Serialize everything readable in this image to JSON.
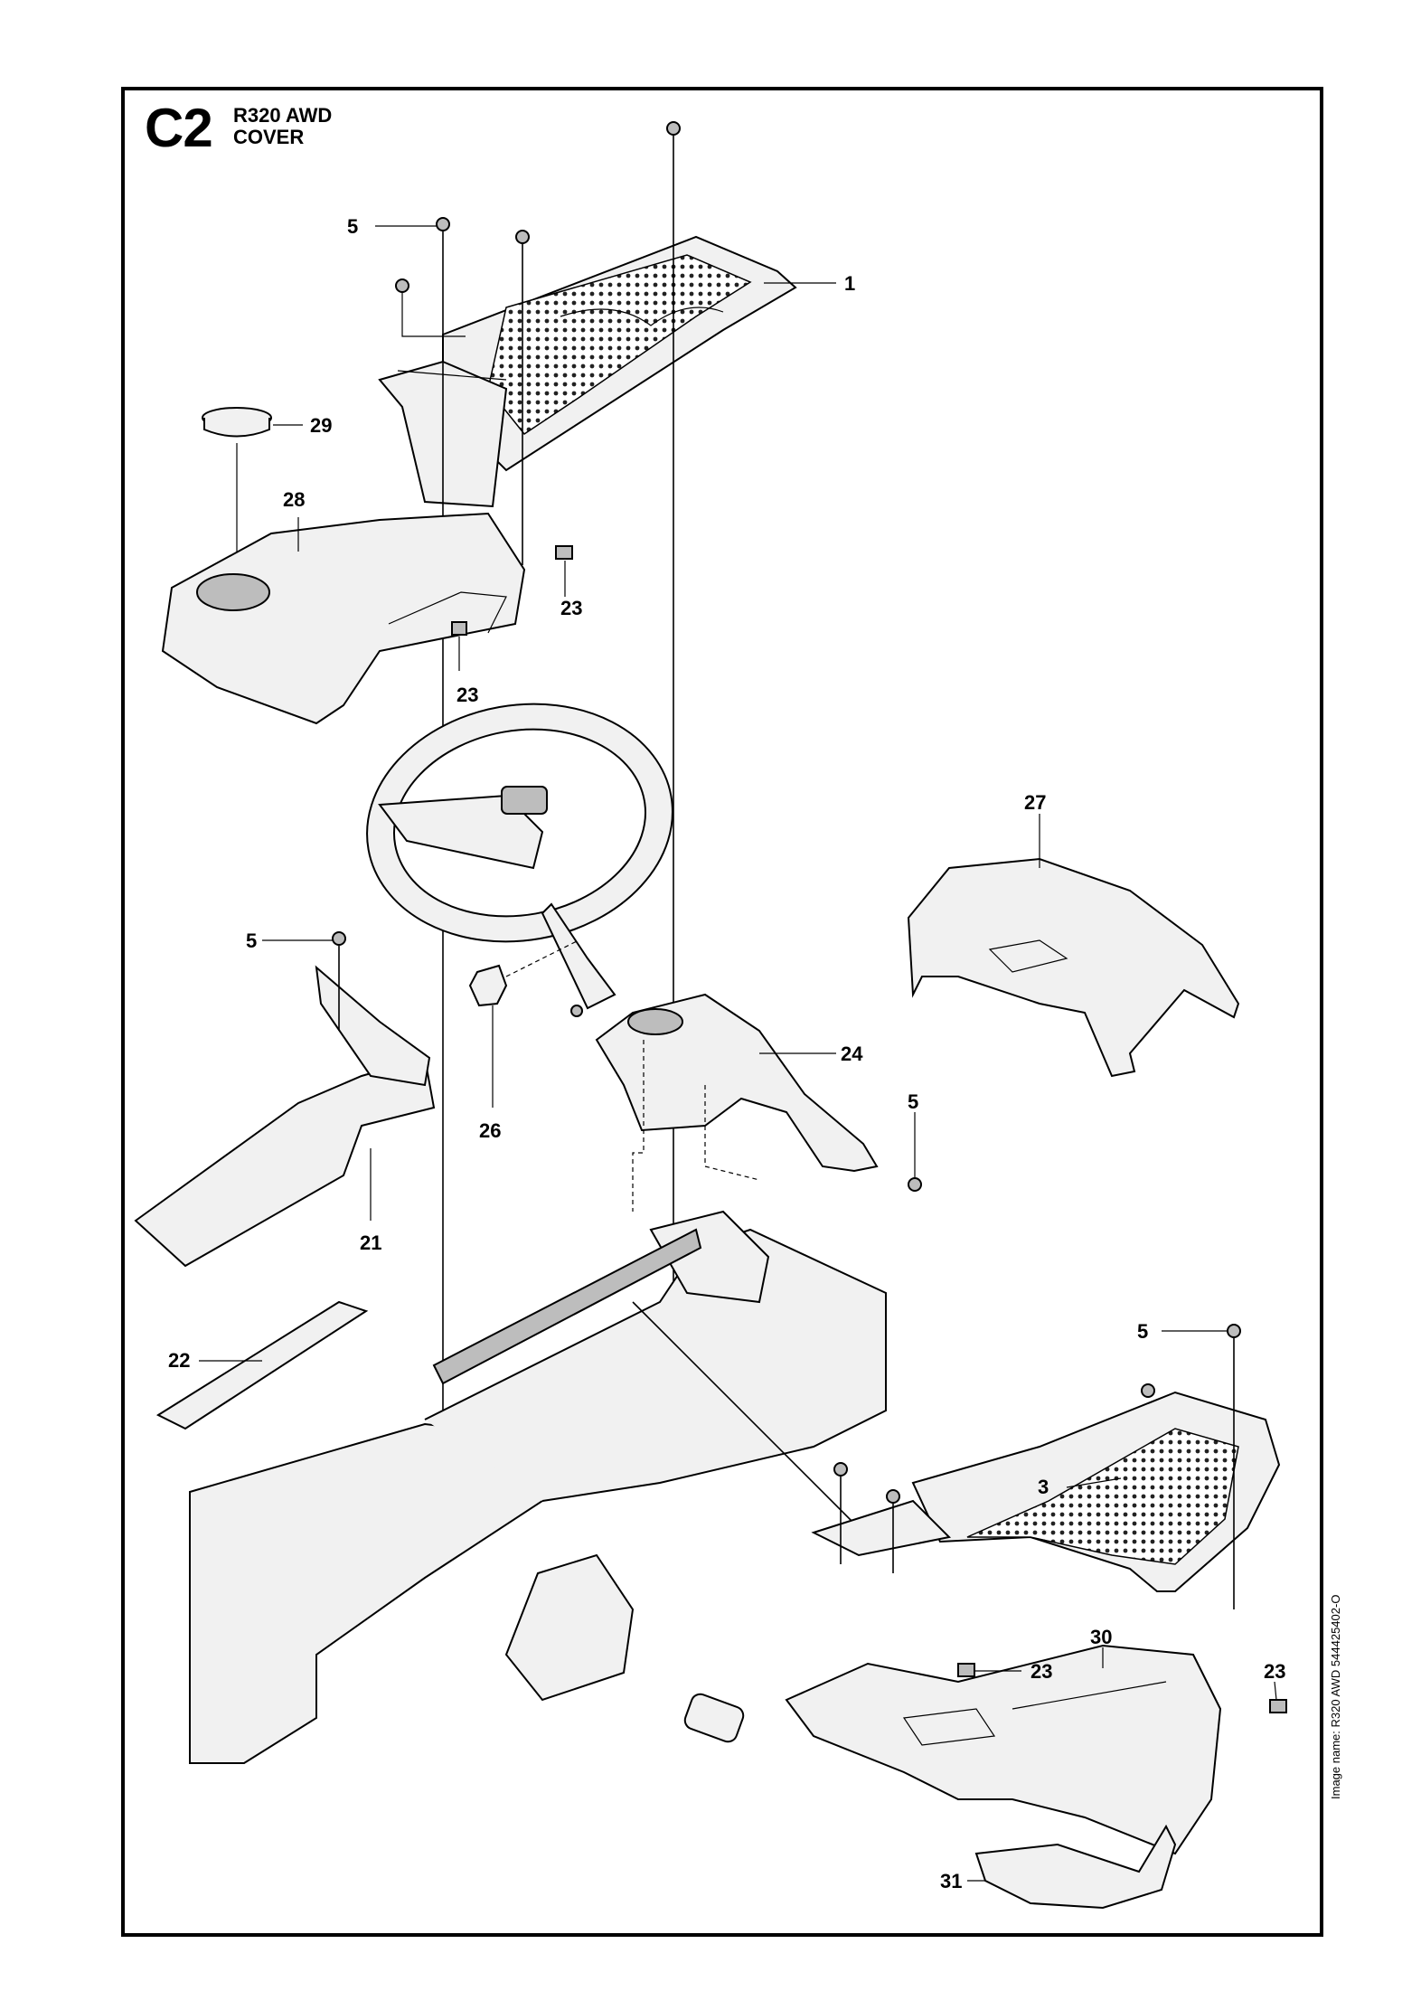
{
  "header": {
    "section_code": "C2",
    "model": "R320 AWD",
    "title": "COVER"
  },
  "side_caption": "Image name: R320 AWD 544425402-O",
  "callouts": [
    {
      "id": "c1",
      "label": "1"
    },
    {
      "id": "c5a",
      "label": "5"
    },
    {
      "id": "c29",
      "label": "29"
    },
    {
      "id": "c28",
      "label": "28"
    },
    {
      "id": "c23a",
      "label": "23"
    },
    {
      "id": "c23b",
      "label": "23"
    },
    {
      "id": "c27",
      "label": "27"
    },
    {
      "id": "c5b",
      "label": "5"
    },
    {
      "id": "c24",
      "label": "24"
    },
    {
      "id": "c26",
      "label": "26"
    },
    {
      "id": "c5c",
      "label": "5"
    },
    {
      "id": "c21",
      "label": "21"
    },
    {
      "id": "c22",
      "label": "22"
    },
    {
      "id": "c5d",
      "label": "5"
    },
    {
      "id": "c3",
      "label": "3"
    },
    {
      "id": "c30",
      "label": "30"
    },
    {
      "id": "c23c",
      "label": "23"
    },
    {
      "id": "c23d",
      "label": "23"
    },
    {
      "id": "c31",
      "label": "31"
    }
  ]
}
